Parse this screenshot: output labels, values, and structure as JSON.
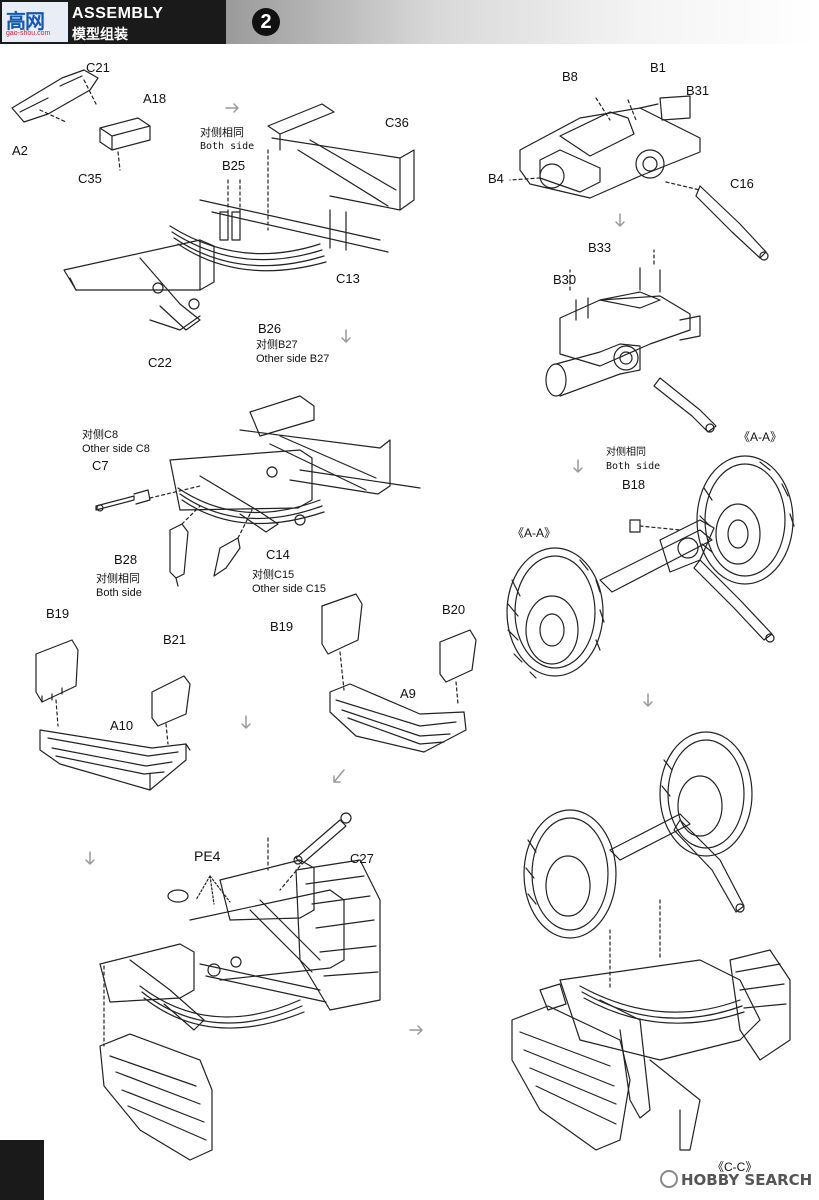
{
  "header": {
    "logo_text": "高网",
    "logo_url": "gao-shou.com",
    "title": "ASSEMBLY",
    "subtitle": "模型组装",
    "step_number": "2"
  },
  "labels": {
    "C21": "C21",
    "A18": "A18",
    "A2": "A2",
    "C35": "C35",
    "C36": "C36",
    "B25": "B25",
    "C13": "C13",
    "C22": "C22",
    "B26": "B26",
    "C7": "C7",
    "B28": "B28",
    "C14": "C14",
    "B19_left": "B19",
    "B21": "B21",
    "A10": "A10",
    "B19_right": "B19",
    "B20": "B20",
    "A9": "A9",
    "PE4": "PE4",
    "C27": "C27",
    "B8": "B8",
    "B1": "B1",
    "B31": "B31",
    "B4": "B4",
    "C16": "C16",
    "B33": "B33",
    "B30": "B30",
    "B18": "B18",
    "section_aa_right": "《A-A》",
    "section_aa_left": "《A-A》",
    "section_cc": "《C-C》"
  },
  "notes": {
    "both_side_1": {
      "cn": "对侧相同",
      "en": "Both side"
    },
    "b27": {
      "cn": "对侧B27",
      "en": "Other side B27"
    },
    "c8": {
      "cn": "对侧C8",
      "en": "Other side C8"
    },
    "both_side_2": {
      "cn": "对侧相同",
      "en": "Both side"
    },
    "c15": {
      "cn": "对侧C15",
      "en": "Other side C15"
    },
    "both_side_3": {
      "cn": "对侧相同",
      "en": "Both side"
    }
  },
  "watermark": "HOBBY SEARCH"
}
